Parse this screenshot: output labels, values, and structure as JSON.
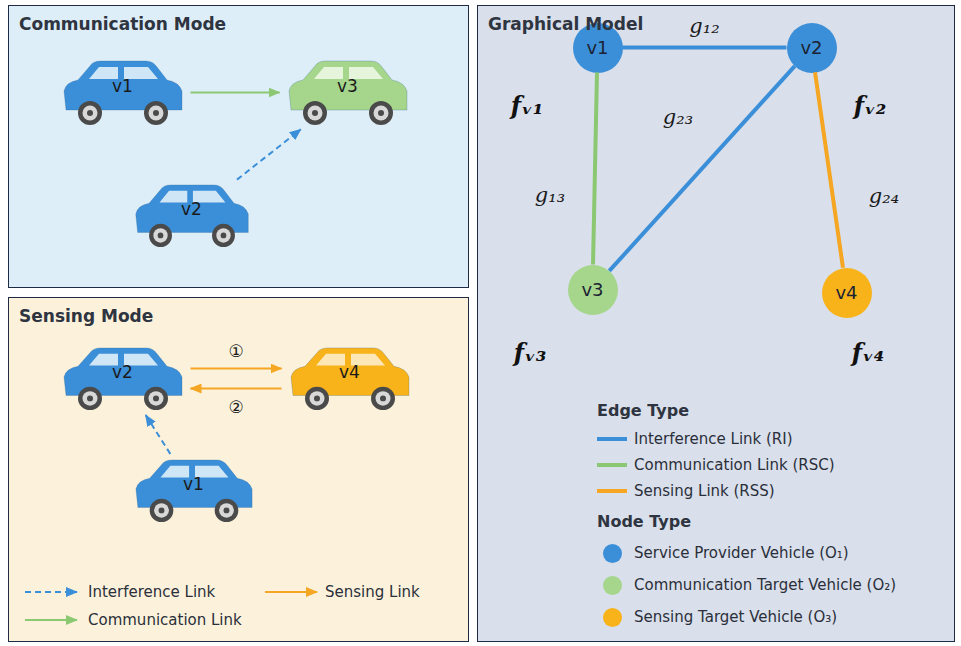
{
  "diagram": {
    "nodes": [
      {
        "text": [
          "Communication Mode"
        ]
      },
      {
        "text": [
          "v1"
        ],
        "in": 0
      },
      {
        "text": [
          "v3"
        ],
        "in": 0
      },
      {
        "text": [
          "v2"
        ],
        "in": 0
      },
      {
        "text": [
          "Sensing Mode"
        ]
      },
      {
        "text": [
          "v2"
        ],
        "in": 4
      },
      {
        "text": [
          "v4"
        ],
        "in": 4
      },
      {
        "text": [
          "v1"
        ],
        "in": 4
      },
      {
        "text": [
          "Graphical Model"
        ]
      },
      {
        "text": [
          "v1"
        ],
        "in": 8
      },
      {
        "text": [
          "v2"
        ],
        "in": 8
      },
      {
        "text": [
          "v3"
        ],
        "in": 8
      },
      {
        "text": [
          "v4"
        ],
        "in": 8
      }
    ],
    "edges": [
      {
        "from": 1,
        "to": 2,
        "arrow": "to"
      },
      {
        "from": 3,
        "to": 2,
        "arrow": "to"
      },
      {
        "from": 5,
        "to": 6,
        "arrow": "to",
        "label": "①"
      },
      {
        "from": 6,
        "to": 5,
        "arrow": "to",
        "label": "②"
      },
      {
        "from": 7,
        "to": 5,
        "arrow": "to"
      },
      {
        "from": 9,
        "to": 10,
        "arrow": "none",
        "label": "g₁₂"
      },
      {
        "from": 9,
        "to": 11,
        "arrow": "none",
        "label": "g₁₃"
      },
      {
        "from": 10,
        "to": 11,
        "arrow": "none",
        "label": "g₂₃"
      },
      {
        "from": 10,
        "to": 12,
        "arrow": "none",
        "label": "g₂₄"
      }
    ],
    "labels": [
      "Edge Type",
      "Node Type",
      "fᵥ₁",
      "fᵥ₂",
      "fᵥ₃",
      "fᵥ₄"
    ],
    "legend": [
      {
        "text": "Interference Link"
      },
      {
        "text": "Sensing Link"
      },
      {
        "text": "Communication Link"
      },
      {
        "text": "Interference Link (RI)"
      },
      {
        "text": "Communication Link (RSC)"
      },
      {
        "text": "Sensing Link (RSS)"
      },
      {
        "text": "Service Provider Vehicle (O₁)",
        "color": "#3b8fd8"
      },
      {
        "text": "Communication Target Vehicle (O₂)",
        "color": "#a5d68c"
      },
      {
        "text": "Sensing Target Vehicle (O₃)",
        "color": "#f8b31b"
      }
    ]
  }
}
